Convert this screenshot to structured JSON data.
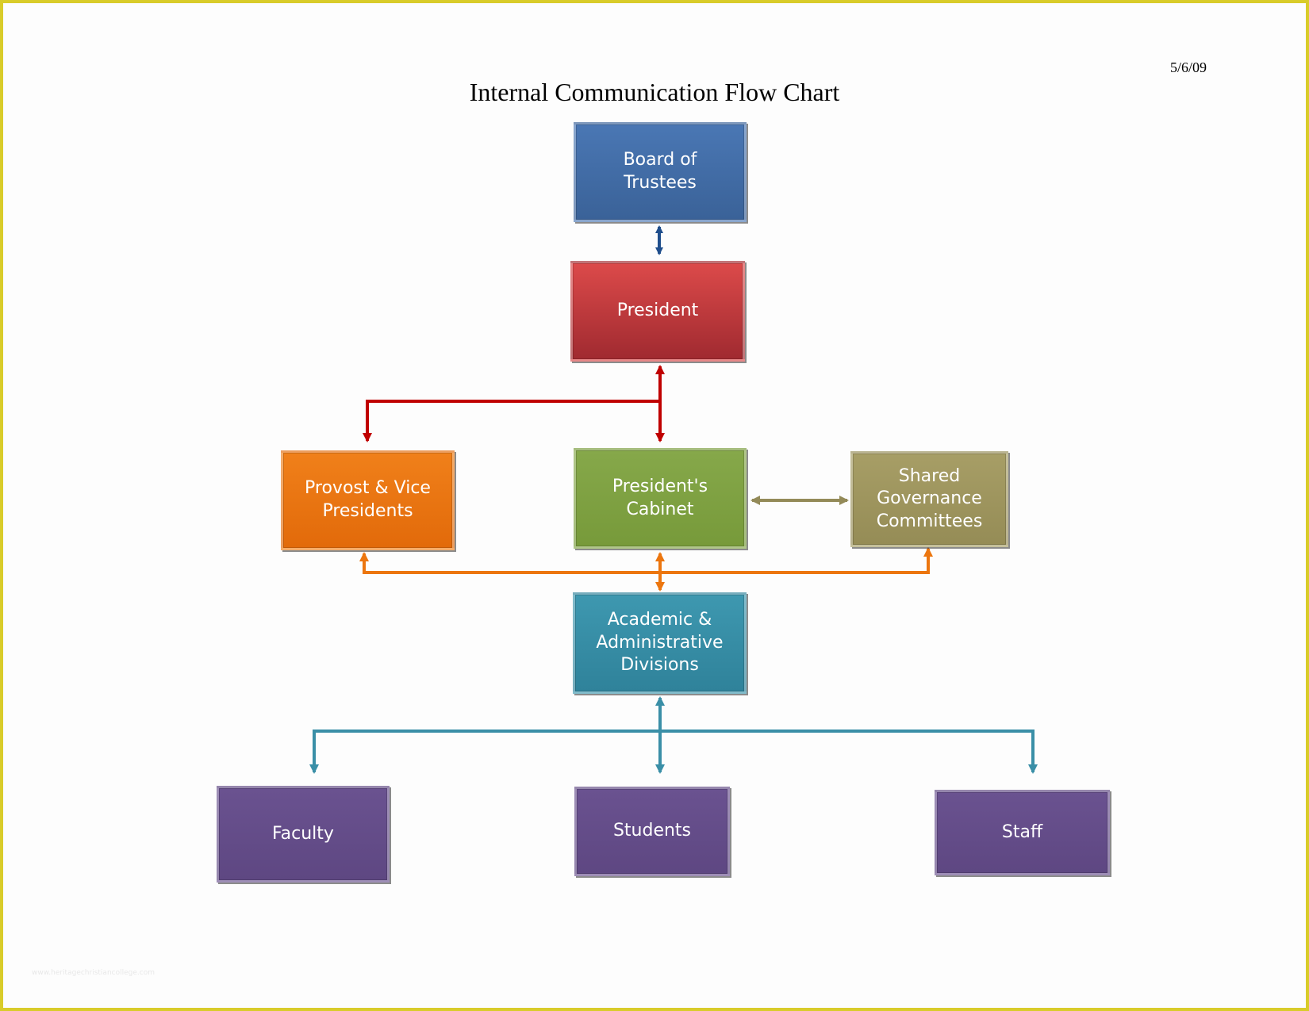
{
  "header": {
    "date": "5/6/09",
    "title": "Internal Communication Flow Chart"
  },
  "nodes": {
    "board": "Board of Trustees",
    "president": "President",
    "provost": "Provost & Vice Presidents",
    "cabinet": "President's Cabinet",
    "governance": "Shared Governance Committees",
    "divisions": "Academic & Administrative Divisions",
    "faculty": "Faculty",
    "students": "Students",
    "staff": "Staff"
  },
  "colors": {
    "board": "#3f69a0",
    "president": "#c0373b",
    "provost": "#ec760f",
    "cabinet": "#7f9f42",
    "governance": "#9e955e",
    "divisions": "#358ca5",
    "people": "#634d89",
    "arrow_navy": "#1f4e8c",
    "arrow_red": "#c00000",
    "arrow_olive": "#938a58",
    "arrow_orange": "#ec760f",
    "arrow_teal": "#3a8fa7"
  },
  "edges": [
    {
      "from": "board",
      "to": "president",
      "direction": "both"
    },
    {
      "from": "president",
      "to": "provost",
      "direction": "both"
    },
    {
      "from": "president",
      "to": "cabinet",
      "direction": "both"
    },
    {
      "from": "cabinet",
      "to": "governance",
      "direction": "both"
    },
    {
      "from": "divisions",
      "to": "provost",
      "direction": "both"
    },
    {
      "from": "divisions",
      "to": "cabinet",
      "direction": "both"
    },
    {
      "from": "divisions",
      "to": "governance",
      "direction": "both"
    },
    {
      "from": "divisions",
      "to": "faculty",
      "direction": "both"
    },
    {
      "from": "divisions",
      "to": "students",
      "direction": "both"
    },
    {
      "from": "divisions",
      "to": "staff",
      "direction": "both"
    }
  ],
  "watermark": "www.heritagechristiancollege.com"
}
